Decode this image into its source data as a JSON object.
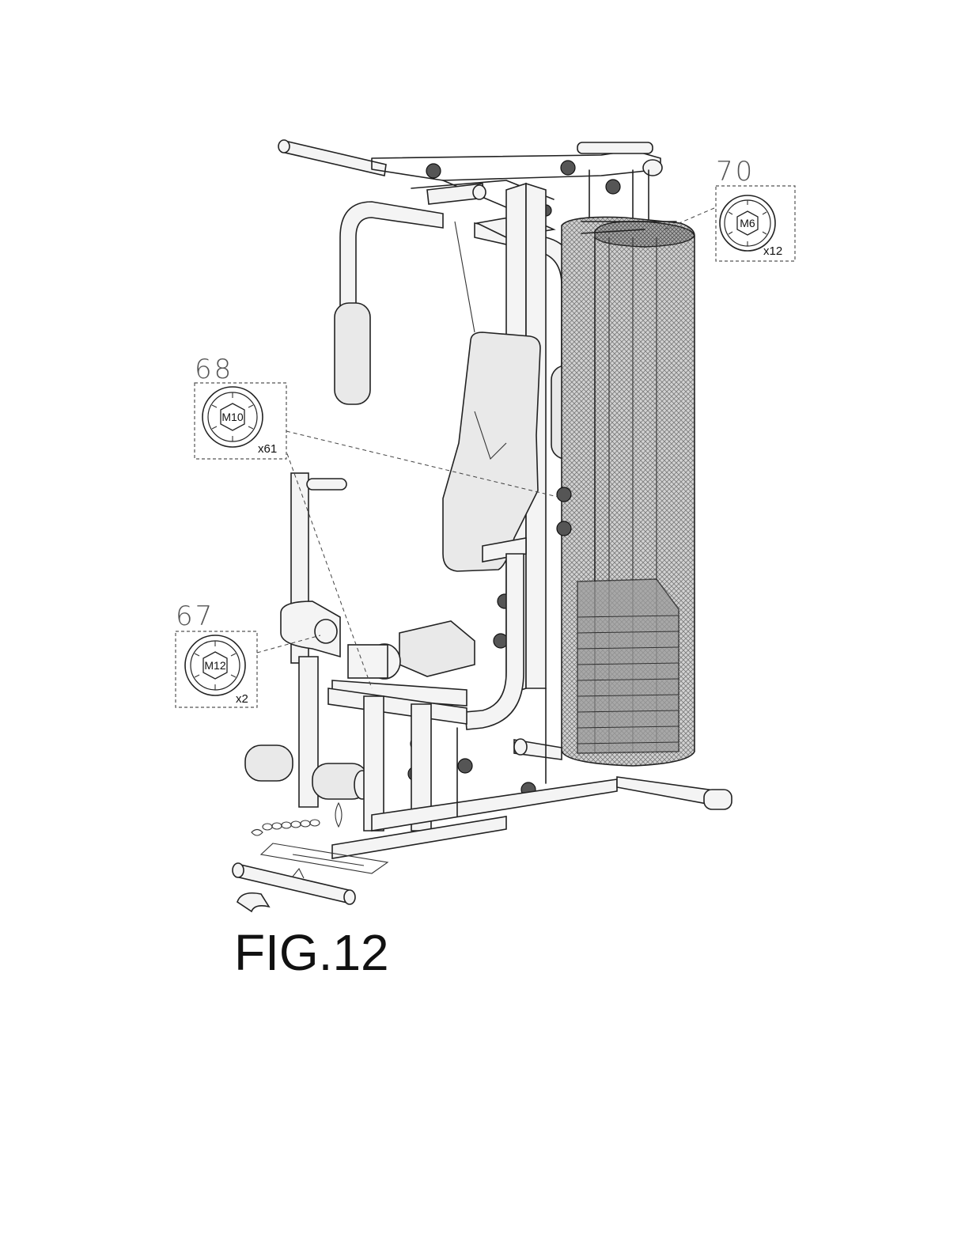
{
  "figure": {
    "label": "FIG.12"
  },
  "callouts": [
    {
      "part": "70",
      "nut": "M6",
      "qty": "x12"
    },
    {
      "part": "68",
      "nut": "M10",
      "qty": "x61"
    },
    {
      "part": "67",
      "nut": "M12",
      "qty": "x2"
    }
  ],
  "colors": {
    "line": "#222222",
    "mesh": "#8a8a8a",
    "background": "#ffffff"
  }
}
